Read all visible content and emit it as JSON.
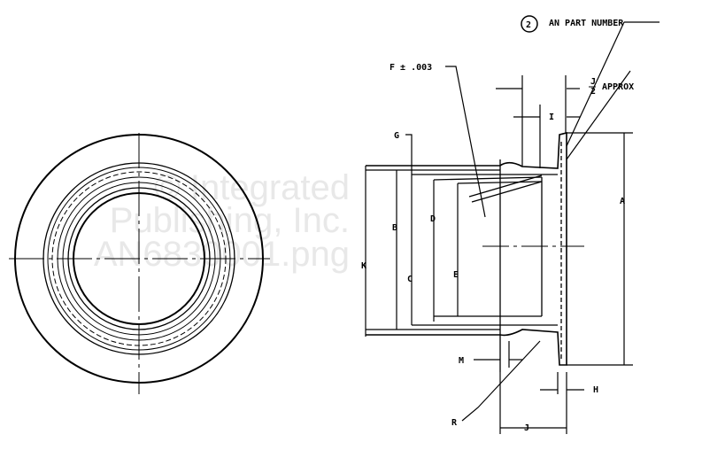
{
  "labels": {
    "callout_number": "2",
    "part_number": "AN PART NUMBER",
    "f_tol": "F ± .003",
    "j_half_num": "J",
    "j_half_den": "2",
    "approx": "APPROX",
    "i": "I",
    "g": "G",
    "a": "A",
    "b": "B",
    "c": "C",
    "d": "D",
    "e": "E",
    "k": "K",
    "m": "M",
    "h": "H",
    "r": "R",
    "j": "J"
  },
  "watermark": {
    "line1": "© Integrated",
    "line2": "Publishing, Inc.",
    "line3": "AN6830001.png"
  }
}
